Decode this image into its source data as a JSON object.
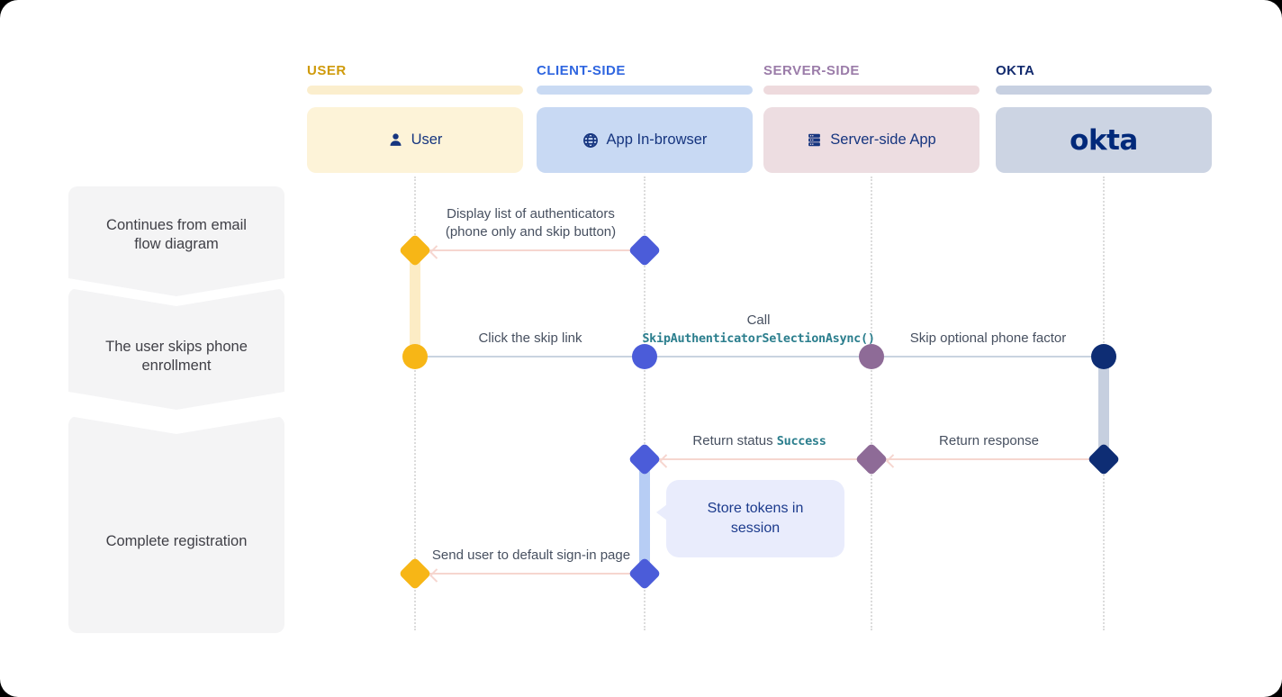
{
  "lanes": [
    {
      "header": "USER",
      "box_label": "User",
      "icon": "user-icon"
    },
    {
      "header": "CLIENT-SIDE",
      "box_label": "App In-browser",
      "icon": "globe-icon"
    },
    {
      "header": "SERVER-SIDE",
      "box_label": "Server-side App",
      "icon": "server-icon"
    },
    {
      "header": "OKTA",
      "box_label": "okta",
      "icon": "okta-logo"
    }
  ],
  "steps": [
    {
      "label": "Continues from email flow diagram"
    },
    {
      "label": "The user skips phone enrollment"
    },
    {
      "label": "Complete registration"
    }
  ],
  "messages": [
    {
      "label": "Display list of authenticators (phone only and skip button)",
      "from": "App In-browser",
      "to": "User"
    },
    {
      "label": "Click the skip link",
      "from": "User",
      "to": "App In-browser"
    },
    {
      "label": "Call",
      "code": "SkipAuthenticatorSelectionAsync()",
      "from": "App In-browser",
      "to": "Server-side App"
    },
    {
      "label": "Skip optional phone factor",
      "from": "Server-side App",
      "to": "Okta"
    },
    {
      "label": "Return response",
      "from": "Okta",
      "to": "Server-side App"
    },
    {
      "label": "Return status",
      "code": "Success",
      "from": "Server-side App",
      "to": "App In-browser"
    },
    {
      "label": "Send user to default sign-in page",
      "from": "App In-browser",
      "to": "User"
    }
  ],
  "note": {
    "text": "Store tokens in session"
  },
  "colors": {
    "user_header": "#cf9a0a",
    "user_bar": "#fbeecd",
    "user_box": "#fdf3d8",
    "user_marker": "#f7b616",
    "user_activation": "#fcecc5",
    "client_header": "#2f66e0",
    "client_bar": "#c9daf3",
    "client_box": "#c8d9f3",
    "client_marker": "#4b5cd9",
    "client_activation": "#b7cdf4",
    "server_header": "#9b7ca9",
    "server_bar": "#eedadd",
    "server_box": "#eddde1",
    "server_marker": "#8e6b97",
    "okta_header": "#122a6d",
    "okta_bar": "#c7d0e1",
    "okta_box": "#ccd4e3",
    "okta_marker": "#0e2d74",
    "okta_activation": "#c6cfdf",
    "okta_logo": "#00297a",
    "box_text": "#16357f",
    "arrow_pink": "#f6d6cf",
    "arrow_blue": "#c9d3e0",
    "lifeline": "#dcdcdc",
    "label_text": "#475060",
    "code_teal": "#2b7e8d",
    "panel_bg": "#f4f4f5",
    "panel_text": "#3f3f46",
    "note_bg": "#e9ecfc",
    "note_text": "#1b3a8c"
  }
}
